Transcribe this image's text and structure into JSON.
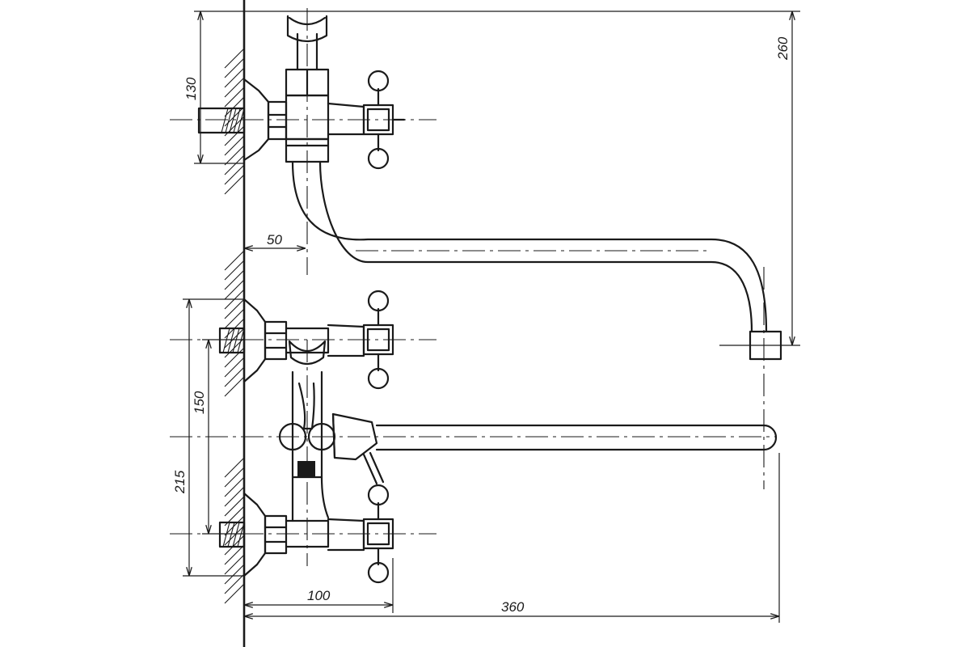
{
  "dimensions": {
    "top_connection_height": "130",
    "spout_total_height": "260",
    "spout_wall_offset": "50",
    "lower_connection_spacing": "150",
    "lower_total_height": "215",
    "handle_projection": "100",
    "spout_length": "360"
  },
  "colors": {
    "line": "#1a1a1a",
    "background": "#ffffff"
  }
}
